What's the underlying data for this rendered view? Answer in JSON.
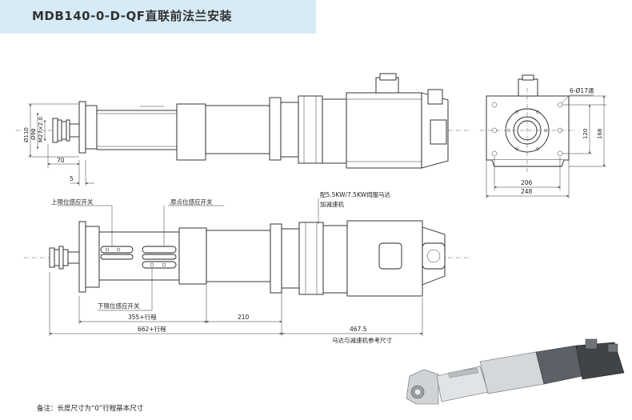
{
  "title": "MDB140-0-D-QF直联前法兰安装",
  "note": "备注：长度尺寸为“0”行程基本尺寸",
  "top_view": {
    "dims": {
      "d110": "Ø110",
      "d90": "Ø90",
      "m": "M27×2.0",
      "w70": "70",
      "w5": "5"
    }
  },
  "end_view": {
    "holes": "6-Ø17通",
    "h120": "120",
    "h168": "168",
    "w206": "206",
    "w248": "248"
  },
  "side_view": {
    "upper_switch": "上限位感应开关",
    "origin_switch": "原点位感应开关",
    "lower_switch": "下限位感应开关",
    "motor_note_1": "配5.5KW/7.5KW伺服马达",
    "motor_note_2": "加减速机",
    "d355": "355+行程",
    "d210": "210",
    "d662": "662+行程",
    "d4675": "467.5",
    "motor_ref": "马达与减速机参考尺寸"
  }
}
